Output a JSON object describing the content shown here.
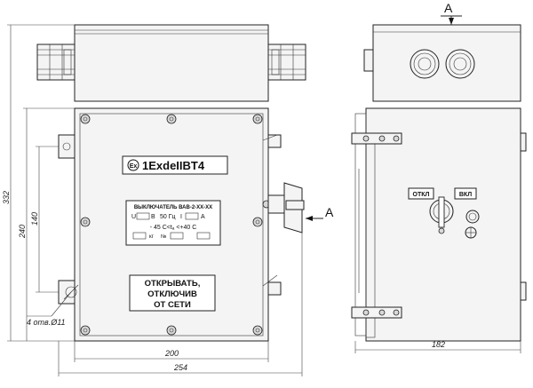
{
  "front_view": {
    "marking": "1ExdeIIBT4",
    "nameplate": {
      "title": "ВЫКЛЮЧАТЕЛЬ ВАВ-2-ХХ-ХХ",
      "u_label": "U",
      "u_unit": "В",
      "freq": "50 Гц",
      "i_label": "I",
      "i_unit": "А",
      "temp": "- 45 С<tₐ <+40 С",
      "mass_unit": "кг",
      "serial_label": "№"
    },
    "warning": {
      "line1": "ОТКРЫВАТЬ,",
      "line2": "ОТКЛЮЧИВ",
      "line3": "ОТ СЕТИ"
    },
    "holes_label": "4 отв.Ø11"
  },
  "side_view": {
    "off_label": "ОТКЛ",
    "on_label": "ВКЛ"
  },
  "section_marks": {
    "top": "А",
    "arrow": "А"
  },
  "dimensions": {
    "overall_height": "332",
    "body_height": "240",
    "mount_height": "140",
    "mount_width": "200",
    "overall_width": "254",
    "depth": "182"
  }
}
